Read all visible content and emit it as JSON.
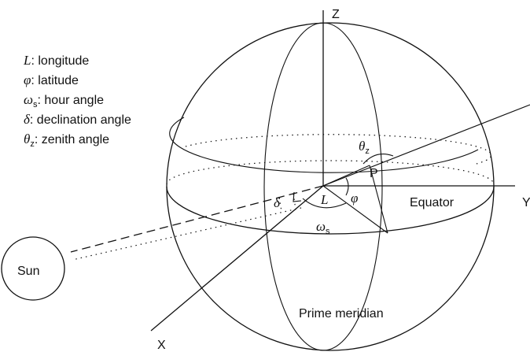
{
  "legend": {
    "items": [
      {
        "symbol": "L",
        "sub": "",
        "text": ": longitude"
      },
      {
        "symbol": "φ",
        "sub": "",
        "text": ": latitude"
      },
      {
        "symbol": "ω",
        "sub": "s",
        "text": ": hour angle"
      },
      {
        "symbol": "δ",
        "sub": "",
        "text": ": declination angle"
      },
      {
        "symbol": "θ",
        "sub": "z",
        "text": ": zenith angle"
      }
    ]
  },
  "labels": {
    "axis_z": "Z",
    "axis_y": "Y",
    "axis_x": "X",
    "point_p": "P",
    "sun": "Sun",
    "equator": "Equator",
    "prime_meridian": "Prime meridian",
    "angle_theta": "θ",
    "angle_theta_sub": "z",
    "angle_phi": "φ",
    "angle_L": "L",
    "angle_omega": "ω",
    "angle_omega_sub": "s",
    "angle_delta": "δ"
  }
}
